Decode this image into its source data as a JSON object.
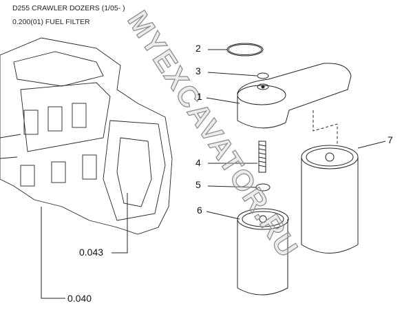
{
  "header": {
    "title": "D255 CRAWLER DOZERS (1/05- )",
    "subtitle": "0.200(01) FUEL FILTER"
  },
  "callouts": [
    "1",
    "2",
    "3",
    "4",
    "5",
    "6",
    "7"
  ],
  "references": [
    "0.043",
    "0.040"
  ],
  "watermark": "MYEXCAVATOR.RU"
}
